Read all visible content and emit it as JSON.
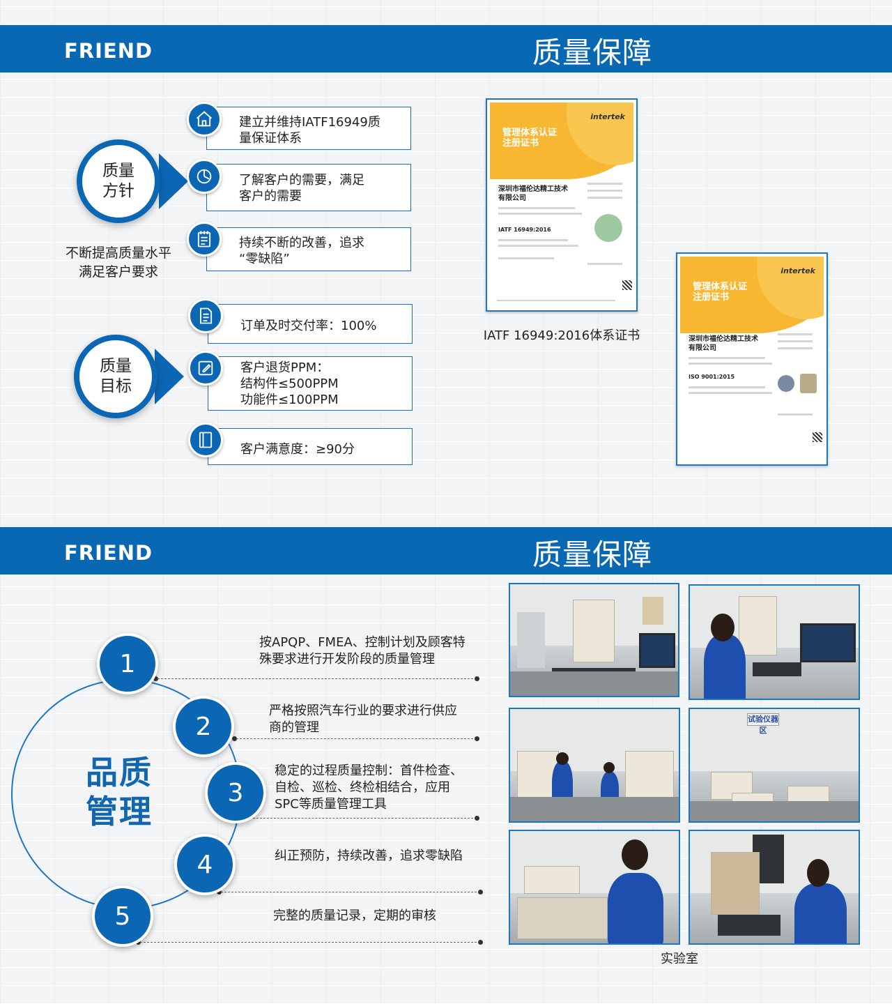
{
  "section1": {
    "brand": "FRIEND",
    "title": "质量保障",
    "policy": {
      "label": "质量\n方针",
      "caption": "不断提高质量水平\n满足客户要求",
      "items": [
        {
          "icon": "home-icon",
          "text": "建立并维持IATF16949质\n量保证体系"
        },
        {
          "icon": "pie-chart-icon",
          "text": "了解客户的需要，满足\n客户的需要"
        },
        {
          "icon": "clipboard-icon",
          "text": "持续不断的改善，追求\n“零缺陷”"
        }
      ]
    },
    "goal": {
      "label": "质量\n目标",
      "items": [
        {
          "icon": "document-icon",
          "text": "订单及时交付率：100%"
        },
        {
          "icon": "edit-icon",
          "text": "客户退货PPM：\n结构件≤500PPM\n功能件≤100PPM"
        },
        {
          "icon": "book-icon",
          "text": "客户满意度：≥90分"
        }
      ]
    },
    "certificates": {
      "caption": "IATF 16949:2016体系证书",
      "cert1": {
        "heading": "管理体系认证\n注册证书",
        "brand": "intertek",
        "company": "深圳市福伦达精工技术\n有限公司",
        "standard": "IATF 16949:2016"
      },
      "cert2": {
        "heading": "管理体系认证\n注册证书",
        "brand": "intertek",
        "company": "深圳市福伦达精工技术\n有限公司",
        "standard": "ISO 9001:2015"
      }
    }
  },
  "section2": {
    "brand": "FRIEND",
    "title": "质量保障",
    "center_label": "品质\n管理",
    "items": [
      {
        "num": "1",
        "text": "按APQP、FMEA、控制计划及顾客特\n殊要求进行开发阶段的质量管理"
      },
      {
        "num": "2",
        "text": "严格按照汽车行业的要求进行供应\n商的管理"
      },
      {
        "num": "3",
        "text": "稳定的过程质量控制：首件检查、\n自检、巡检、终检相结合，应用\nSPC等质量管理工具"
      },
      {
        "num": "4",
        "text": "纠正预防，持续改善，追求零缺陷"
      },
      {
        "num": "5",
        "text": "完整的质量记录，定期的审核"
      }
    ],
    "lab_caption": "实验室",
    "lab_sign": "试验仪器区"
  },
  "colors": {
    "primary": "#0b67b3",
    "banner": "#0868b4",
    "title_blue": "#1067b0",
    "cert_yellow": "#f7b731"
  }
}
